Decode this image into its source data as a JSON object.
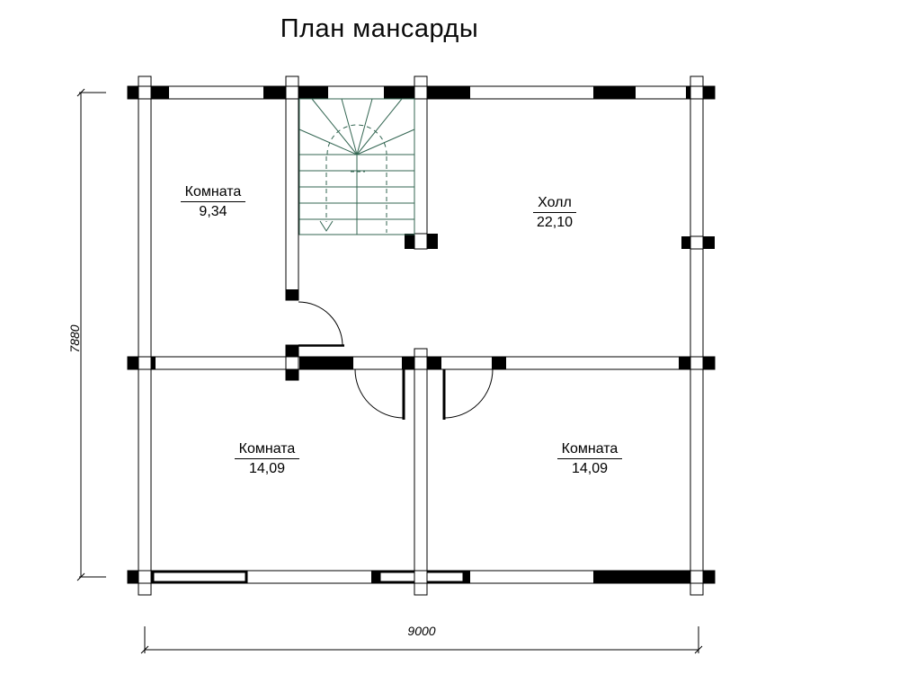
{
  "title": "План мансарды",
  "rooms": [
    {
      "name": "Комната",
      "area": "9,34"
    },
    {
      "name": "Холл",
      "area": "22,10"
    },
    {
      "name": "Комната",
      "area": "14,09"
    },
    {
      "name": "Комната",
      "area": "14,09"
    }
  ],
  "dimensions": {
    "width": "9000",
    "height": "7880"
  },
  "colors": {
    "wall": "#000000",
    "stair": "#336652",
    "background": "#ffffff"
  }
}
